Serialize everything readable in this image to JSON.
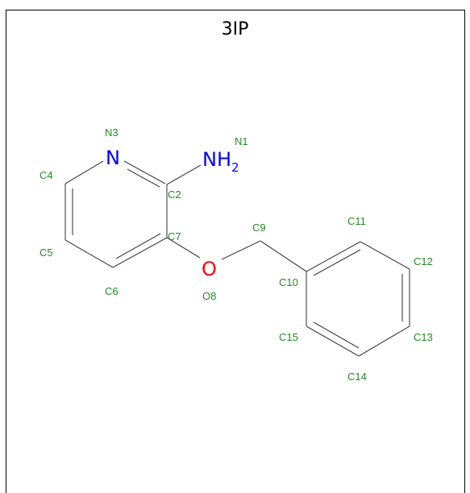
{
  "title": "3IP",
  "colors": {
    "label": "#228B22",
    "nitrogen": "#0000FF",
    "oxygen": "#FF0000",
    "bond": "#404040"
  },
  "atom_symbols": {
    "n3": "N",
    "nh2_main": "NH",
    "nh2_sub": "2",
    "o8": "O"
  },
  "atom_labels": {
    "N1": "N1",
    "C2": "C2",
    "N3": "N3",
    "C4": "C4",
    "C5": "C5",
    "C6": "C6",
    "C7": "C7",
    "O8": "O8",
    "C9": "C9",
    "C10": "C10",
    "C11": "C11",
    "C12": "C12",
    "C13": "C13",
    "C14": "C14",
    "C15": "C15"
  }
}
